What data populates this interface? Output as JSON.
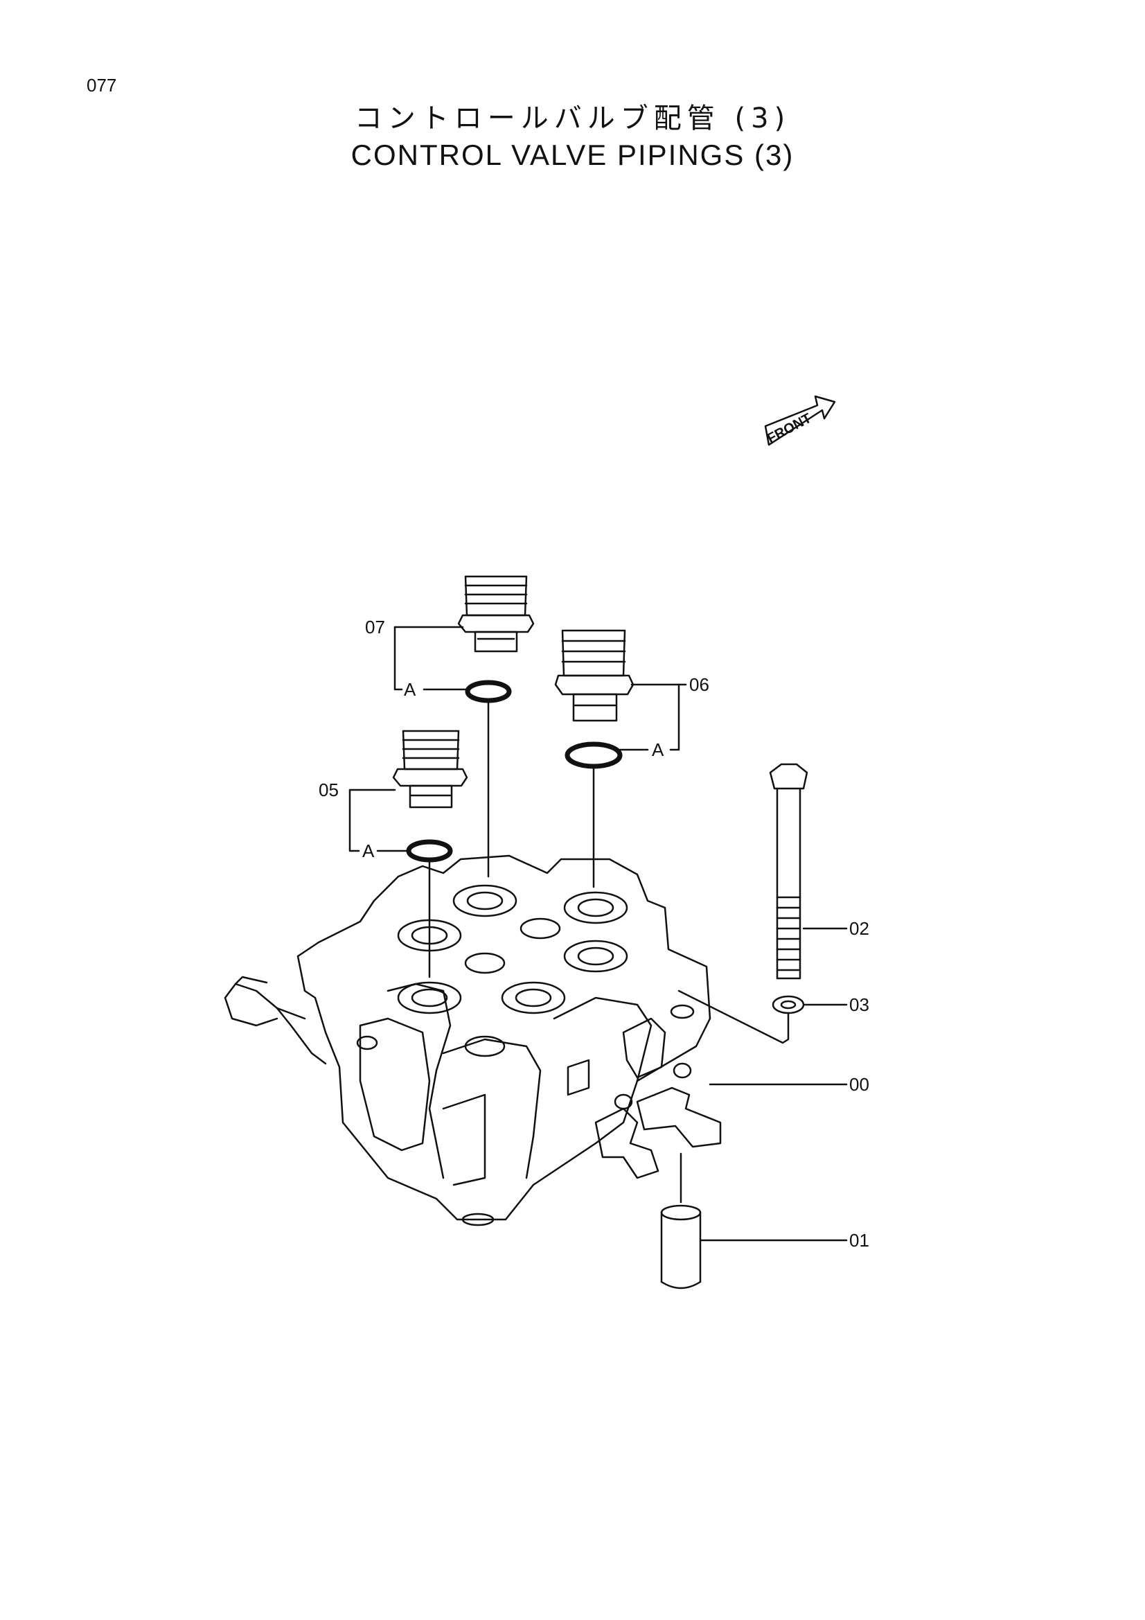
{
  "page_number": "077",
  "title": {
    "japanese": "コントロールバルブ配管 (3)",
    "english": "CONTROL VALVE PIPINGS (3)"
  },
  "front_indicator": "FRONT",
  "callouts": {
    "c07": "07",
    "c06": "06",
    "c05": "05",
    "c02": "02",
    "c03": "03",
    "c00": "00",
    "c01": "01",
    "a1": "A",
    "a2": "A",
    "a3": "A"
  }
}
